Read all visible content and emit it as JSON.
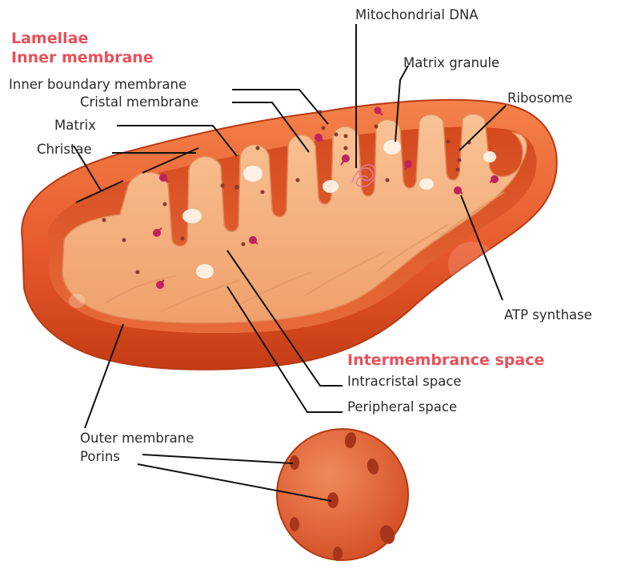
{
  "headings": {
    "lamellae": "Lamellae",
    "inner_membrane": "Inner membrane",
    "intermembrane_space": "Intermembrance space"
  },
  "labels": {
    "mitochondrial_dna": "Mitochondrial DNA",
    "matrix_granule": "Matrix granule",
    "ribosome": "Ribosome",
    "inner_boundary_membrane": "Inner boundary membrane",
    "cristal_membrane": "Cristal membrane",
    "matrix": "Matrix",
    "christae": "Christae",
    "atp_synthase": "ATP synthase",
    "intracristal_space": "Intracristal space",
    "peripheral_space": "Peripheral space",
    "outer_membrane": "Outer membrane",
    "porins": "Porins"
  },
  "colors": {
    "heading": "#e8505b",
    "label_text": "#2b2b2b",
    "leader_line": "#111111",
    "outer_membrane": "#e85a2c",
    "outer_membrane_dark": "#c43b14",
    "cristae_fill": "#f7b27d",
    "cristae_shadow": "#e08c58",
    "atp_synthase": "#c0245c",
    "porin": "#a8351a"
  }
}
